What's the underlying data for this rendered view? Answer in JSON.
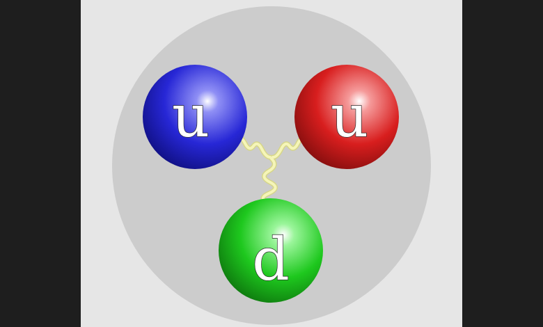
{
  "colors": {
    "page_background": "#1e1e1e",
    "panel_background": "#e6e6e6",
    "proton_disc": "#cccccc",
    "gluon": "#f5f5b8",
    "gluon_outline": "#d6d68a",
    "quark_blue": "#2727d6",
    "quark_red": "#d81e1e",
    "quark_green": "#1ec81e"
  },
  "quarks": [
    {
      "id": "up-quark-blue",
      "letter": "u",
      "color": "#2727d6"
    },
    {
      "id": "up-quark-red",
      "letter": "u",
      "color": "#d81e1e"
    },
    {
      "id": "down-quark-green",
      "letter": "d",
      "color": "#1ec81e"
    }
  ]
}
